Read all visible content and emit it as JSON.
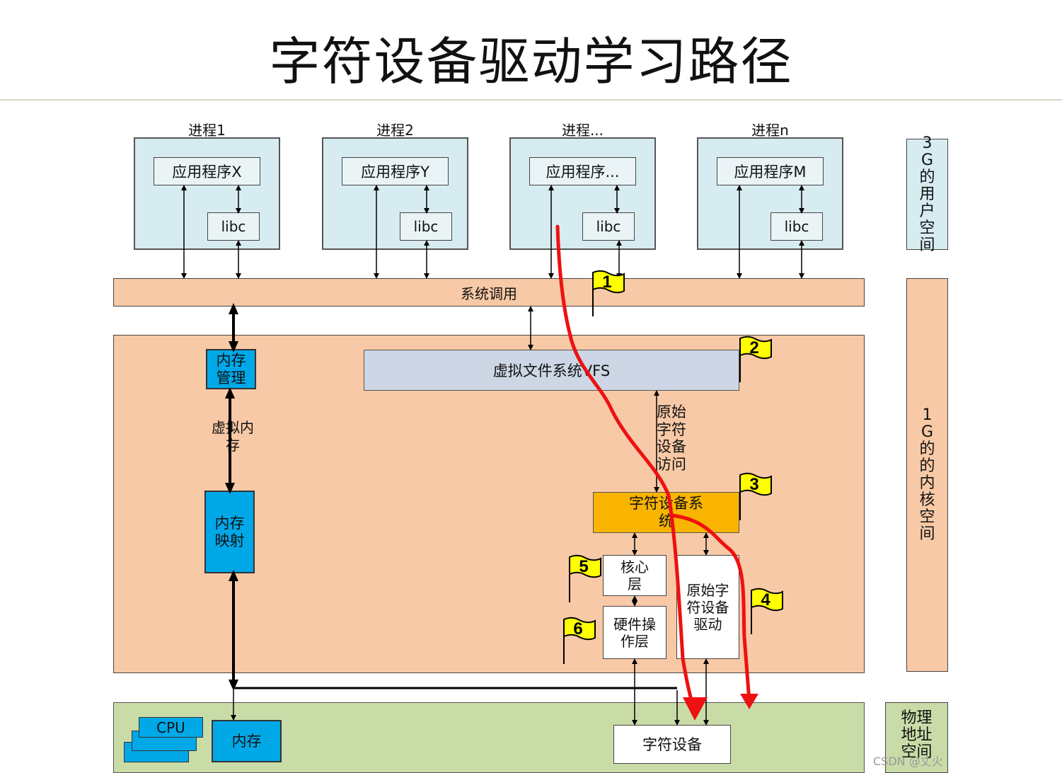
{
  "title": "字符设备驱动学习路径",
  "processes": [
    {
      "label": "进程1",
      "app": "应用程序X",
      "libc": "libc"
    },
    {
      "label": "进程2",
      "app": "应用程序Y",
      "libc": "libc"
    },
    {
      "label": "进程...",
      "app": "应用程序...",
      "libc": "libc"
    },
    {
      "label": "进程n",
      "app": "应用程序M",
      "libc": "libc"
    }
  ],
  "syscall": "系统调用",
  "vfs": "虚拟文件系统VFS",
  "raw_access": "原始字符设备访问",
  "mem_mgmt": "内存管理",
  "virtual_mem": "虚拟内存",
  "mem_map": "内存映射",
  "char_sys": "字符设备系统",
  "core_layer": "核心层",
  "hw_layer": "硬件操作层",
  "raw_driver": "原始字符设备驱动",
  "cpu": "CPU",
  "memory": "内存",
  "char_device": "字符设备",
  "side": {
    "user": "3G的用户空间",
    "kernel": "1G的的内核空间",
    "physical": "物理地址空间"
  },
  "flags": [
    "1",
    "2",
    "3",
    "4",
    "5",
    "6"
  ],
  "watermark": "CSDN @丈火",
  "colors": {
    "path": "#ee1111",
    "flag": "#ffff00",
    "peach": "#f8c9a6",
    "green": "#c9dca8",
    "orange": "#f8b400",
    "blue": "#00a8e8",
    "process": "#d7ecf1"
  }
}
